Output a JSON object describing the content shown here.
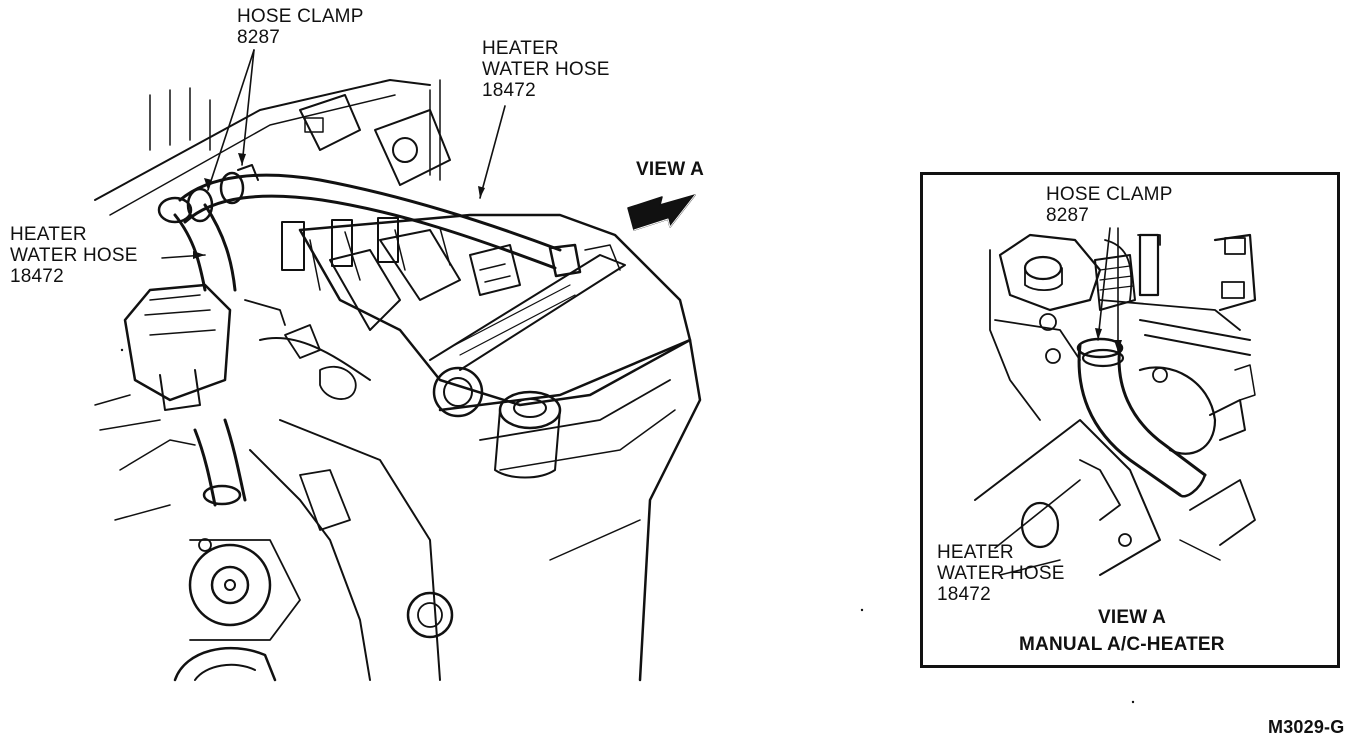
{
  "main": {
    "hose_clamp_top": {
      "line1": "HOSE CLAMP",
      "line2": "8287"
    },
    "heater_hose_top": {
      "line1": "HEATER",
      "line2": "WATER HOSE",
      "line3": "18472"
    },
    "heater_hose_left": {
      "line1": "HEATER",
      "line2": "WATER HOSE",
      "line3": "18472"
    },
    "view_a_arrow": "VIEW A"
  },
  "inset": {
    "hose_clamp": {
      "line1": "HOSE CLAMP",
      "line2": "8287"
    },
    "heater_hose": {
      "line1": "HEATER",
      "line2": "WATER HOSE",
      "line3": "18472"
    },
    "caption_line1": "VIEW A",
    "caption_line2": "MANUAL A/C-HEATER"
  },
  "figure_code": "M3029-G"
}
